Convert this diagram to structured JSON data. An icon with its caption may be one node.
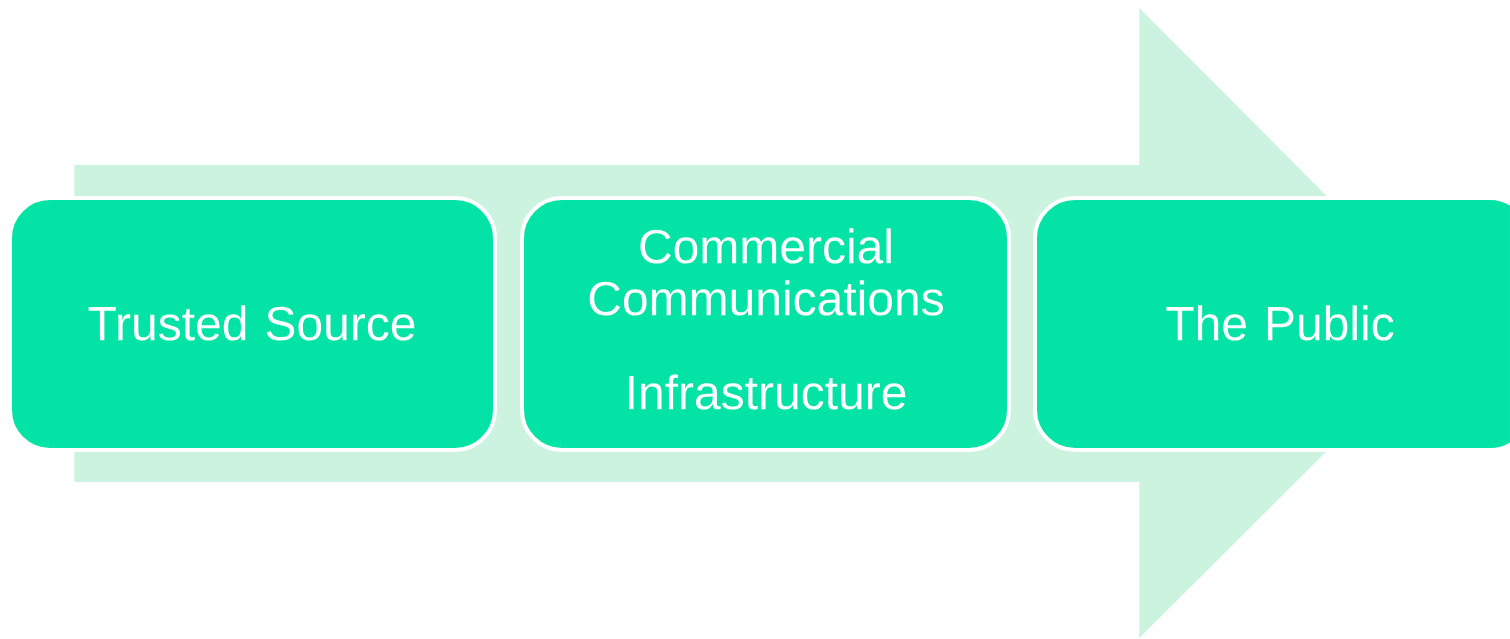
{
  "diagram": {
    "nodes": [
      {
        "text": [
          "Trusted Source"
        ]
      },
      {
        "text": [
          "Commercial Communications",
          "Infrastructure"
        ]
      },
      {
        "text": [
          "The Public"
        ]
      }
    ],
    "edges": [
      {
        "from": 0,
        "to": 2,
        "arrow": "to"
      }
    ]
  }
}
